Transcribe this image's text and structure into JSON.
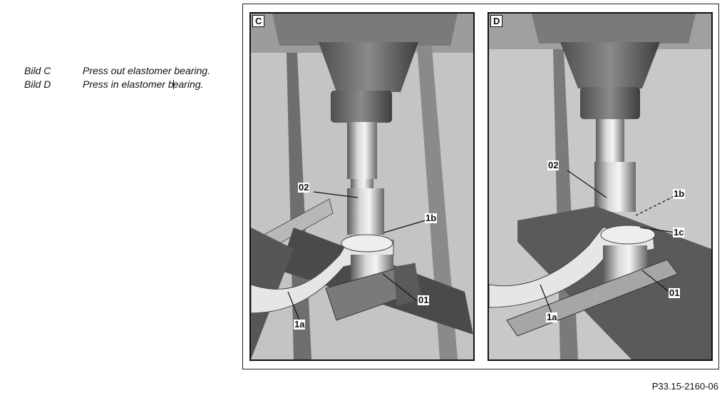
{
  "captions": [
    {
      "key": "Bild C",
      "text_before_cursor": "Press out elastomer bearing.",
      "text_after_cursor": ""
    },
    {
      "key": "Bild D",
      "text_before_cursor": "Press in elastomer b",
      "text_after_cursor": "earing."
    }
  ],
  "panels": {
    "c": {
      "letter": "C",
      "labels": {
        "l02": "02",
        "l1b": "1b",
        "l01": "01",
        "l1a": "1a"
      }
    },
    "d": {
      "letter": "D",
      "labels": {
        "l02": "02",
        "l1b": "1b",
        "l1c": "1c",
        "l01": "01",
        "l1a": "1a"
      }
    }
  },
  "reference_code": "P33.15-2160-06"
}
